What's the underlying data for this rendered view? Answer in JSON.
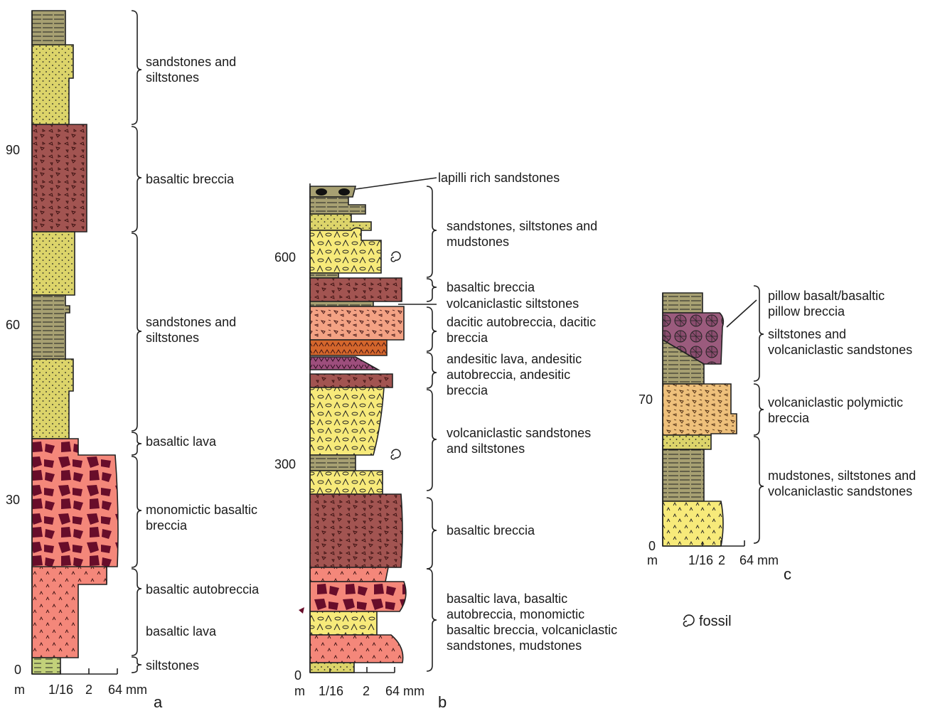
{
  "colors": {
    "sandstone": "#dcd46a",
    "siltstone": "#a7a072",
    "breccia_red": "#a25451",
    "lava_pink": "#f4877a",
    "clast_dark": "#680d2a",
    "volcaniclastic_yellow": "#f7ea7a",
    "dacitic": "#f3a284",
    "andesitic_orange": "#d4662c",
    "andesitic_purple": "#9d4e7c",
    "polymictic": "#eec07b",
    "pillow": "#9b5b7d",
    "green_silt": "#c2d17a",
    "outline": "#222222"
  },
  "column_a": {
    "depth_ticks": [
      "90",
      "60",
      "30",
      "0"
    ],
    "unit": "m",
    "grain_scale": [
      "1/16",
      "2",
      "64 mm"
    ],
    "panel_letter": "a",
    "units": [
      {
        "label": "sandstones and\nsiltstones"
      },
      {
        "label": "basaltic breccia"
      },
      {
        "label": "sandstones and\nsiltstones"
      },
      {
        "label": "basaltic lava"
      },
      {
        "label": "monomictic basaltic\nbreccia"
      },
      {
        "label": "basaltic autobreccia"
      },
      {
        "label": "basaltic lava"
      },
      {
        "label": "siltstones"
      }
    ]
  },
  "column_b": {
    "depth_ticks": [
      "600",
      "300",
      "0"
    ],
    "unit": "m",
    "grain_scale": [
      "1/16",
      "2",
      "64 mm"
    ],
    "panel_letter": "b",
    "units": [
      {
        "label": "lapilli rich sandstones"
      },
      {
        "label": "sandstones, siltstones and\nmudstones"
      },
      {
        "label": "basaltic breccia"
      },
      {
        "label": "volcaniclastic siltstones"
      },
      {
        "label": "dacitic autobreccia, dacitic\nbreccia"
      },
      {
        "label": "andesitic lava, andesitic\nautobreccia, andesitic\nbreccia"
      },
      {
        "label": "volcaniclastic sandstones\nand siltstones"
      },
      {
        "label": "basaltic breccia"
      },
      {
        "label": "basaltic lava, basaltic\nautobreccia, monomictic\nbasaltic breccia, volcaniclastic\nsandstones, mudstones"
      }
    ]
  },
  "column_c": {
    "depth_ticks": [
      "70",
      "0"
    ],
    "unit": "m",
    "grain_scale": [
      "1/16",
      "2",
      "64 mm"
    ],
    "panel_letter": "c",
    "units": [
      {
        "label": "pillow basalt/basaltic\npillow breccia"
      },
      {
        "label": "siltstones and\nvolcaniclastic sandstones"
      },
      {
        "label": "volcaniclastic polymictic\nbreccia"
      },
      {
        "label": "mudstones, siltstones and\nvolcaniclastic sandstones"
      }
    ]
  },
  "legend": {
    "fossil_label": "fossil",
    "fossil_icon": "fossil-spiral-icon"
  }
}
